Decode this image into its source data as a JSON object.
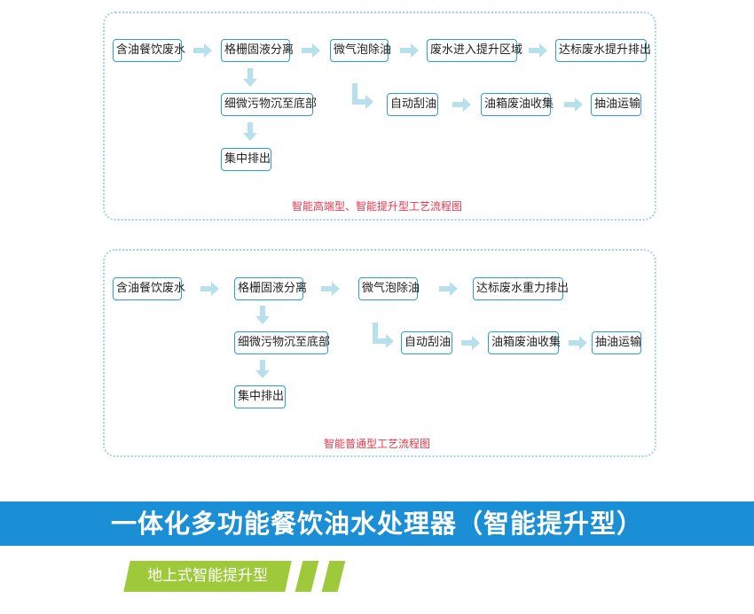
{
  "diagram1": {
    "nodes": [
      "含油餐饮废水",
      "格栅固液分离",
      "微气泡除油",
      "废水进入提升区域",
      "达标废水提升排出",
      "细微污物沉至底部",
      "自动刮油",
      "油箱废油收集",
      "抽油运输",
      "集中排出"
    ],
    "caption": "智能高端型、智能提升型工艺流程图"
  },
  "diagram2": {
    "nodes": [
      "含油餐饮废水",
      "格栅固液分离",
      "微气泡除油",
      "达标废水重力排出",
      "细微污物沉至底部",
      "自动刮油",
      "油箱废油收集",
      "抽油运输",
      "集中排出"
    ],
    "caption": "智能普通型工艺流程图"
  },
  "banner": {
    "title": "一体化多功能餐饮油水处理器（智能提升型）"
  },
  "tag": {
    "label": "地上式智能提升型"
  },
  "colors": {
    "node_border": "#2a9fd6",
    "arrow": "#b5e0ec",
    "caption": "#e8384b",
    "banner": "#1a8fd6",
    "tag": "#9dc93a"
  }
}
